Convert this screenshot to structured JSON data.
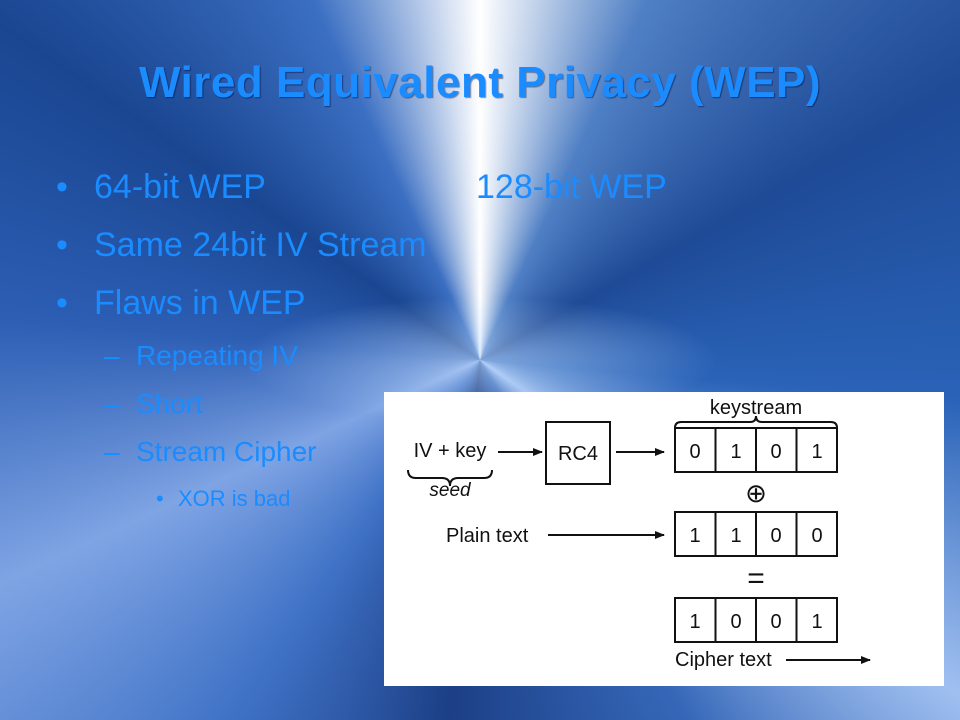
{
  "title": "Wired Equivalent Privacy (WEP)",
  "bullets": [
    {
      "left": "64-bit WEP",
      "right": "128-bit WEP"
    },
    {
      "text": "Same 24bit IV Stream"
    },
    {
      "text": "Flaws in WEP"
    }
  ],
  "sub_bullets": [
    "Repeating IV",
    "Short",
    "Stream Cipher"
  ],
  "sub_sub_bullets": [
    "XOR is bad"
  ],
  "diagram": {
    "keystream_label": "keystream",
    "iv_key_label": "IV + key",
    "seed_label": "seed",
    "rc4_label": "RC4",
    "keystream_bits": [
      "0",
      "1",
      "0",
      "1"
    ],
    "xor_symbol": "⊕",
    "plaintext_label": "Plain text",
    "plaintext_bits": [
      "1",
      "1",
      "0",
      "0"
    ],
    "equals_symbol": "=",
    "ciphertext_bits": [
      "1",
      "0",
      "0",
      "1"
    ],
    "ciphertext_label": "Cipher text"
  }
}
